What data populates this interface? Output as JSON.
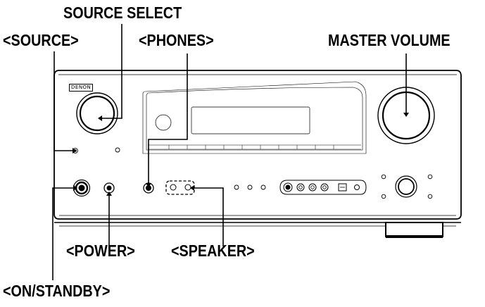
{
  "labels": {
    "source_select": "SOURCE SELECT",
    "source": "<SOURCE>",
    "phones": "<PHONES>",
    "master_volume": "MASTER VOLUME",
    "power": "<POWER>",
    "speaker": "<SPEAKER>",
    "on_standby": "<ON/STANDBY>"
  },
  "brand": "DENON",
  "colors": {
    "ink": "#000000",
    "background": "#ffffff",
    "panel_fill": "#ffffff",
    "foot": "#000000"
  }
}
